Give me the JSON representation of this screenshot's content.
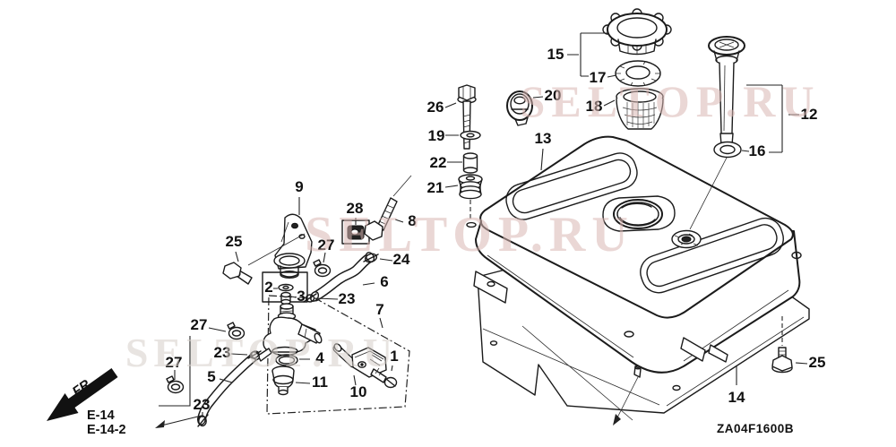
{
  "watermark": {
    "text": "SELTOP.RU",
    "pink": "#d8b7b3",
    "gray": "#d6cdc9"
  },
  "footer": {
    "diagram_code": "ZA04F1600B"
  },
  "refs": {
    "e14": "E-14",
    "e14_2": "E-14-2",
    "front": "FR."
  },
  "labels": {
    "n1": "1",
    "n2": "2",
    "n3": "3",
    "n4": "4",
    "n5": "5",
    "n6": "6",
    "n7": "7",
    "n8": "8",
    "n9": "9",
    "n10": "10",
    "n11": "11",
    "n12": "12",
    "n13": "13",
    "n14": "14",
    "n15": "15",
    "n16": "16",
    "n17": "17",
    "n18": "18",
    "n19": "19",
    "n20": "20",
    "n21": "21",
    "n22": "22",
    "n23": "23",
    "n24": "24",
    "n25": "25",
    "n26": "26",
    "n27": "27",
    "n28": "28"
  }
}
